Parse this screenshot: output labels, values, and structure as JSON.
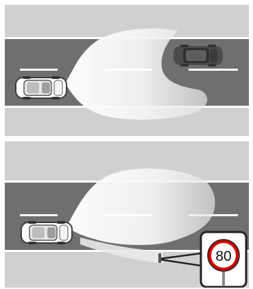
{
  "figure": {
    "panels": [
      {
        "id": "top",
        "scenario": "oncoming-vehicle-glare-avoidance"
      },
      {
        "id": "bottom",
        "scenario": "traffic-sign-recognition"
      }
    ],
    "speed_sign": {
      "value": "80"
    },
    "colors": {
      "road": "#6f6f6f",
      "shoulder": "#d0d0d0",
      "lane_marking": "#ffffff",
      "beam": "#f3f3f3",
      "sign_ring": "#d00000"
    }
  }
}
